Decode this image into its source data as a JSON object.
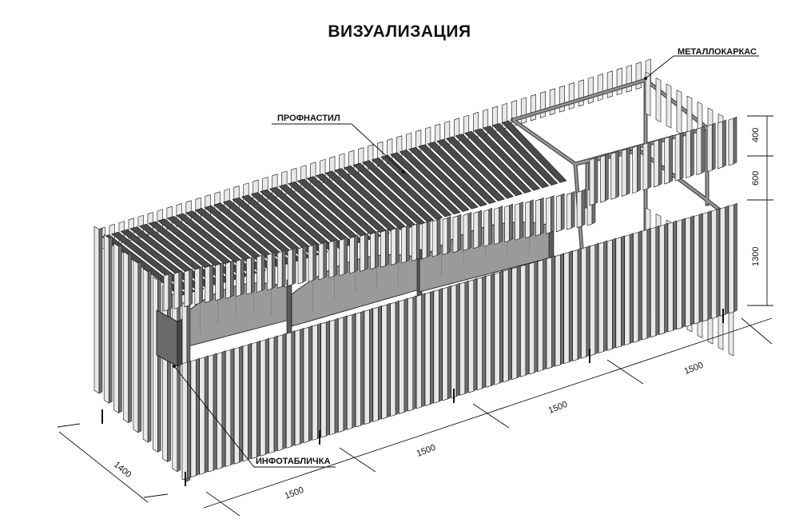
{
  "title": "ВИЗУАЛИЗАЦИЯ",
  "labels": {
    "frame": "МЕТАЛЛОКАРКАС",
    "roof": "ПРОФНАСТИЛ",
    "sign": "ИНФОТАБЛИЧКА"
  },
  "dimensions": {
    "depth": "1400",
    "sections": [
      "1500",
      "1500",
      "1500",
      "1500"
    ],
    "heights": [
      "400",
      "600",
      "1300"
    ]
  },
  "colors": {
    "ink": "#111111",
    "slat_front": "#e8e8e8",
    "slat_side": "#6e6e6e",
    "roof": "#4a4a4a",
    "bin": "#9a9a9a"
  }
}
